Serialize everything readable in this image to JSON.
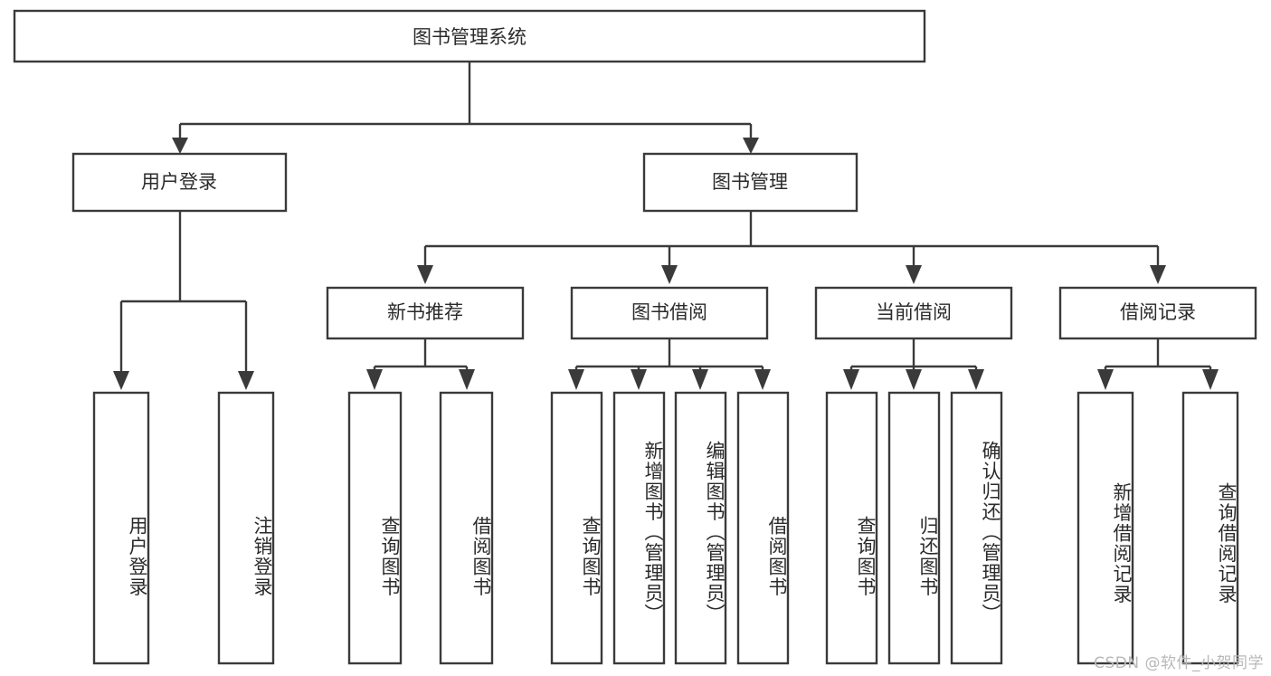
{
  "diagram": {
    "type": "tree-hierarchy",
    "title": "图书管理系统",
    "watermark": "CSDN @软件_小贺同学",
    "colors": {
      "stroke": "#3a3a3a",
      "fill": "#ffffff",
      "text": "#2b2b2b",
      "watermark": "#b8b8b8",
      "background": "#ffffff"
    },
    "levels": {
      "root": {
        "label": "图书管理系统"
      },
      "level2": [
        {
          "id": "user-login",
          "label": "用户登录"
        },
        {
          "id": "book-management",
          "label": "图书管理"
        }
      ],
      "level3": [
        {
          "id": "new-book-recommend",
          "label": "新书推荐",
          "parent": "book-management"
        },
        {
          "id": "book-borrow",
          "label": "图书借阅",
          "parent": "book-management"
        },
        {
          "id": "current-borrow",
          "label": "当前借阅",
          "parent": "book-management"
        },
        {
          "id": "borrow-record",
          "label": "借阅记录",
          "parent": "book-management"
        }
      ],
      "leaves": [
        {
          "id": "leaf-user-login",
          "label": "用户登录",
          "parent": "user-login"
        },
        {
          "id": "leaf-logout-login",
          "label": "注销登录",
          "parent": "user-login"
        },
        {
          "id": "leaf-query-book-1",
          "label": "查询图书",
          "parent": "new-book-recommend"
        },
        {
          "id": "leaf-borrow-book-1",
          "label": "借阅图书",
          "parent": "new-book-recommend"
        },
        {
          "id": "leaf-query-book-2",
          "label": "查询图书",
          "parent": "book-borrow"
        },
        {
          "id": "leaf-add-book",
          "label": "新增图书（管理员）",
          "parent": "book-borrow"
        },
        {
          "id": "leaf-edit-book",
          "label": "编辑图书（管理员）",
          "parent": "book-borrow"
        },
        {
          "id": "leaf-borrow-book-2",
          "label": "借阅图书",
          "parent": "book-borrow"
        },
        {
          "id": "leaf-query-book-3",
          "label": "查询图书",
          "parent": "current-borrow"
        },
        {
          "id": "leaf-return-book",
          "label": "归还图书",
          "parent": "current-borrow"
        },
        {
          "id": "leaf-confirm-return",
          "label": "确认归还（管理员）",
          "parent": "current-borrow"
        },
        {
          "id": "leaf-add-record",
          "label": "新增借阅记录",
          "parent": "borrow-record"
        },
        {
          "id": "leaf-query-record",
          "label": "查询借阅记录",
          "parent": "borrow-record"
        }
      ]
    }
  }
}
